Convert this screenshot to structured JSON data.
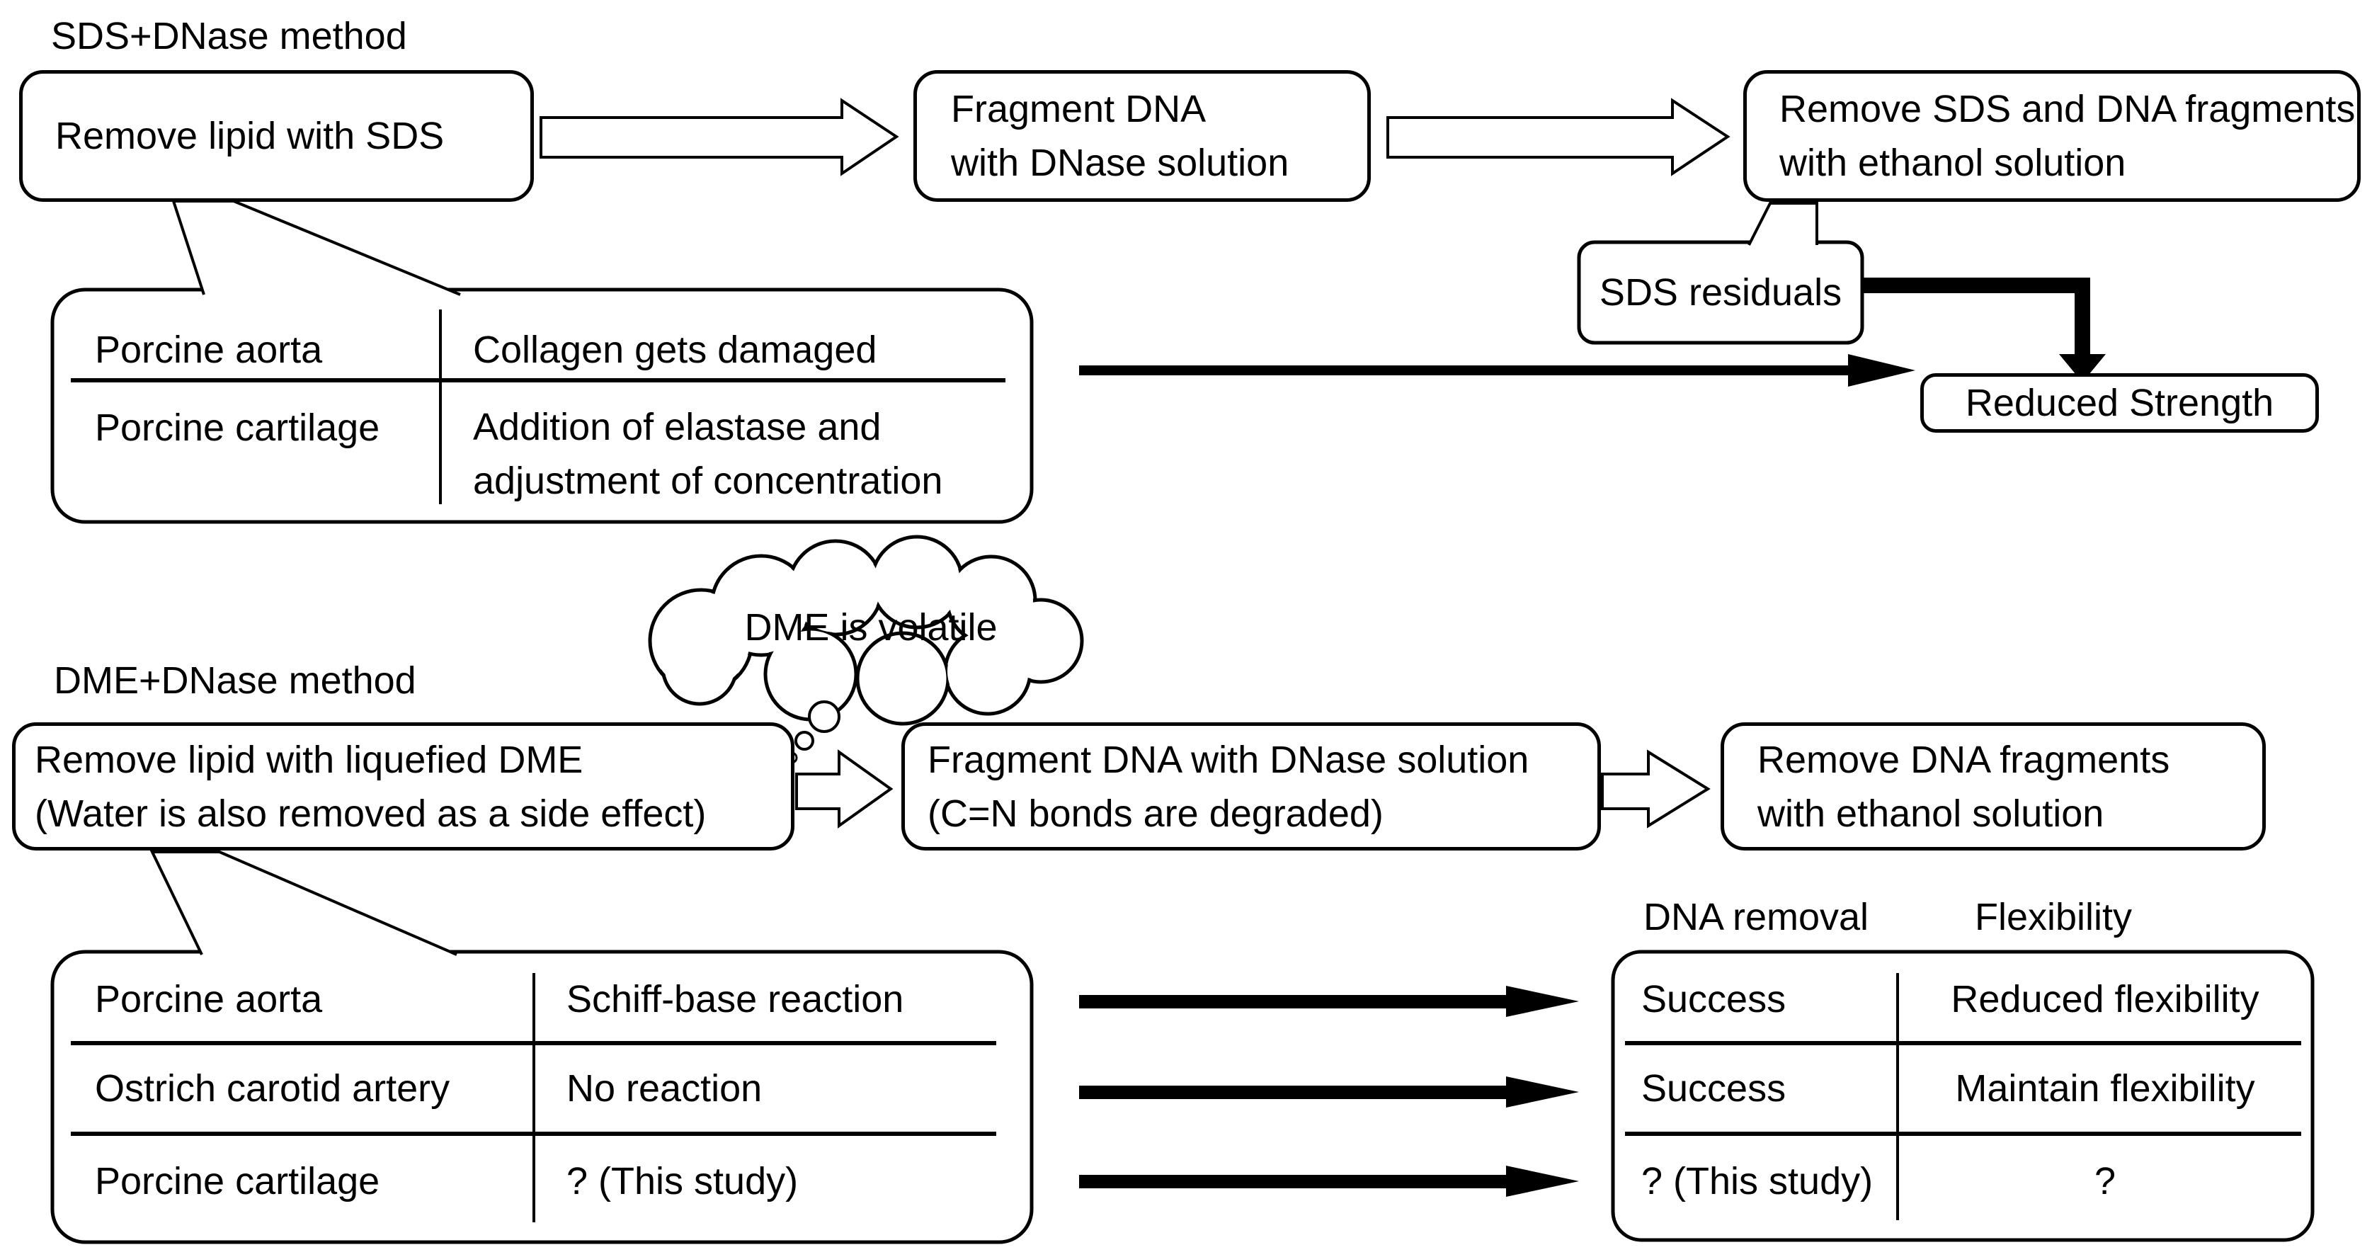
{
  "sds_method": {
    "title": "SDS+DNase method",
    "step1": "Remove lipid with SDS",
    "step2_line1": "Fragment DNA",
    "step2_line2": "with DNase solution",
    "step3_line1": "Remove SDS and DNA fragments",
    "step3_line2": "with ethanol solution",
    "issues_table": {
      "row1_sample": "Porcine aorta",
      "row1_issue": "Collagen gets damaged",
      "row2_sample": "Porcine cartilage",
      "row2_issue_line1": "Addition of elastase and",
      "row2_issue_line2": "adjustment of concentration"
    },
    "residual_note": "SDS residuals",
    "outcome": "Reduced Strength"
  },
  "dme_method": {
    "title": "DME+DNase method",
    "thought_note": "DME is volatile",
    "step1_line1": "Remove lipid with liquefied DME",
    "step1_line2": "(Water is also removed as a side effect)",
    "step2_line1": "Fragment DNA with DNase solution",
    "step2_line2": "(C=N bonds are degraded)",
    "step3_line1": "Remove DNA fragments",
    "step3_line2": "with ethanol solution",
    "reaction_table": {
      "row1_sample": "Porcine aorta",
      "row1_result": "Schiff-base reaction",
      "row2_sample": "Ostrich carotid artery",
      "row2_result": "No reaction",
      "row3_sample": "Porcine cartilage",
      "row3_result": "? (This study)"
    },
    "results_table": {
      "header_col1": "DNA removal",
      "header_col2": "Flexibility",
      "row1_col1": "Success",
      "row1_col2": "Reduced flexibility",
      "row2_col1": "Success",
      "row2_col2": "Maintain flexibility",
      "row3_col1": "? (This study)",
      "row3_col2": "?"
    }
  },
  "colors": {
    "ink": "#000000",
    "background": "#ffffff"
  }
}
